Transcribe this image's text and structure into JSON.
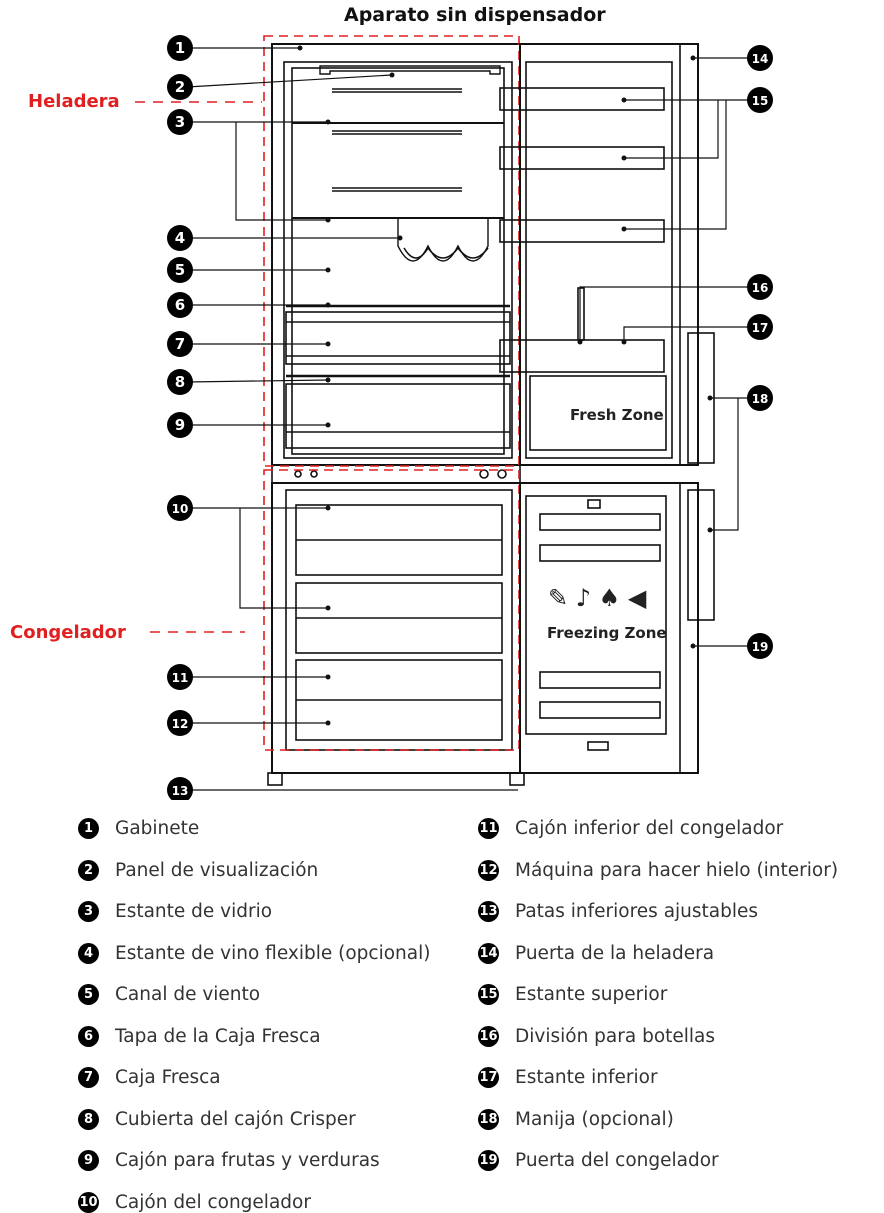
{
  "title": "Aparato sin dispensador",
  "zones": {
    "fridge": "Heladera",
    "freezer": "Congelador"
  },
  "door_labels": {
    "fresh_zone": "Fresh Zone",
    "freezing_zone": "Freezing Zone"
  },
  "callouts": [
    "1",
    "2",
    "3",
    "4",
    "5",
    "6",
    "7",
    "8",
    "9",
    "10",
    "11",
    "12",
    "13",
    "14",
    "15",
    "16",
    "17",
    "18",
    "19"
  ],
  "legend_left": [
    {
      "num": "1",
      "text": "Gabinete"
    },
    {
      "num": "2",
      "text": "Panel de visualización"
    },
    {
      "num": "3",
      "text": "Estante de vidrio"
    },
    {
      "num": "4",
      "text": "Estante de vino flexible (opcional)"
    },
    {
      "num": "5",
      "text": "Canal de viento"
    },
    {
      "num": "6",
      "text": "Tapa de la Caja Fresca"
    },
    {
      "num": "7",
      "text": "Caja Fresca"
    },
    {
      "num": "8",
      "text": "Cubierta del cajón Crisper"
    },
    {
      "num": "9",
      "text": "Cajón para frutas y verduras"
    },
    {
      "num": "10",
      "text": "Cajón del congelador"
    }
  ],
  "legend_right": [
    {
      "num": "11",
      "text": "Cajón inferior del congelador"
    },
    {
      "num": "12",
      "text": "Máquina para hacer hielo (interior)"
    },
    {
      "num": "13",
      "text": "Patas inferiores ajustables"
    },
    {
      "num": "14",
      "text": "Puerta de la heladera"
    },
    {
      "num": "15",
      "text": "Estante superior"
    },
    {
      "num": "16",
      "text": "División para botellas"
    },
    {
      "num": "17",
      "text": "Estante inferior"
    },
    {
      "num": "18",
      "text": "Manija (opcional)"
    },
    {
      "num": "19",
      "text": "Puerta del congelador"
    }
  ]
}
